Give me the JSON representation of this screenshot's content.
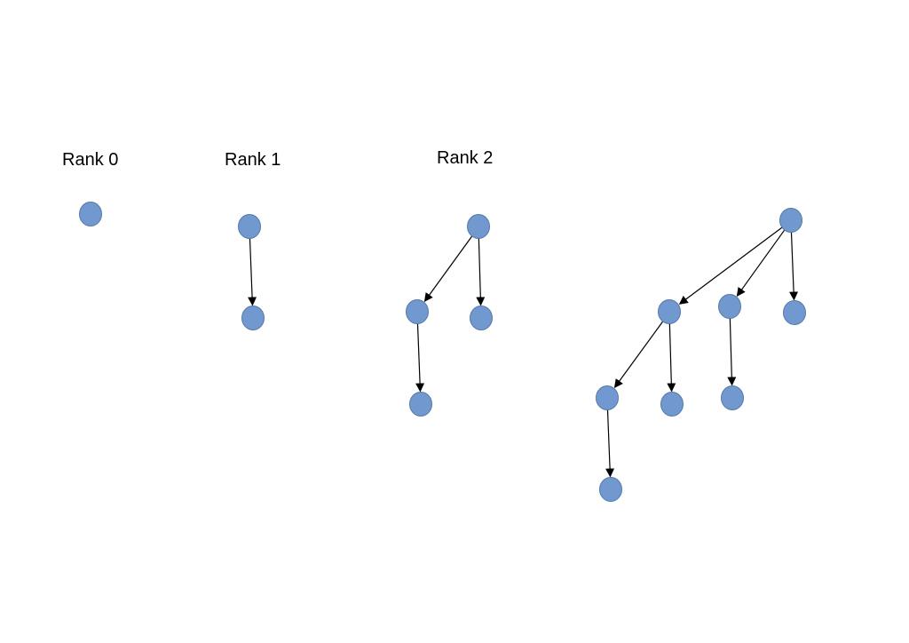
{
  "diagram": {
    "colors": {
      "node_fill": "#7199cf",
      "node_stroke": "#5478a8",
      "edge": "#000000"
    },
    "labels": {
      "rank0": "Rank 0",
      "rank1": "Rank 1",
      "rank2": "Rank 2"
    },
    "trees": [
      {
        "label_key": "rank0",
        "edges": []
      },
      {
        "label_key": "rank1",
        "edges": [
          [
            0,
            1
          ]
        ]
      },
      {
        "label_key": "rank2",
        "edges": [
          [
            0,
            1
          ],
          [
            0,
            2
          ],
          [
            1,
            3
          ]
        ]
      },
      {
        "label_key": "",
        "edges": [
          [
            0,
            1
          ],
          [
            0,
            2
          ],
          [
            0,
            3
          ],
          [
            1,
            4
          ],
          [
            1,
            5
          ],
          [
            2,
            6
          ],
          [
            4,
            7
          ]
        ]
      }
    ]
  }
}
